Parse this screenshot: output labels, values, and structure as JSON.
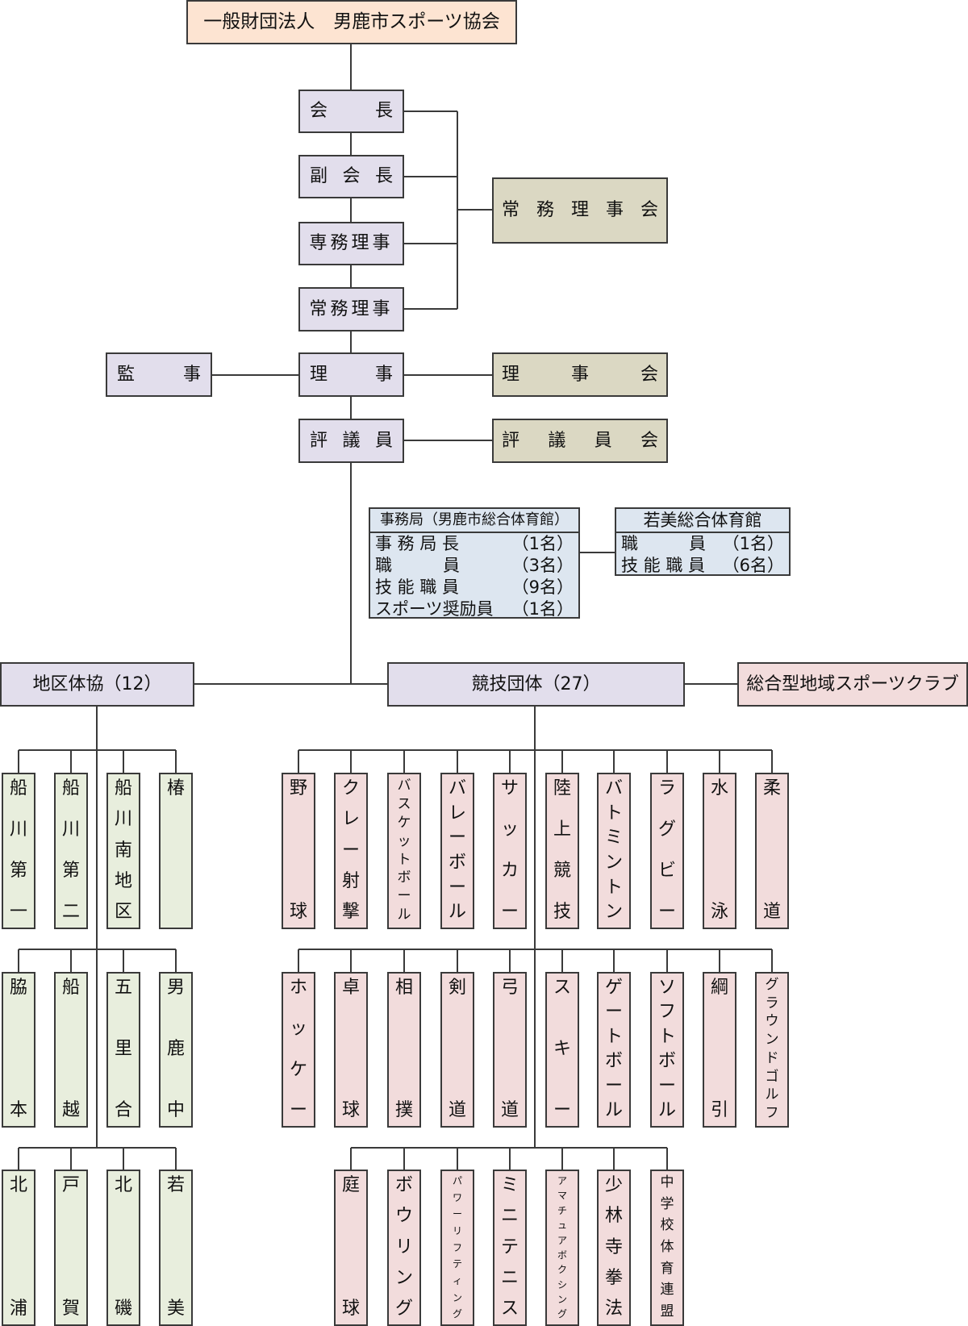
{
  "org": {
    "title": "一般財団法人　男鹿市スポーツ協会"
  },
  "officers": {
    "chairman": "会　　長",
    "vice_chairman": "副　会　長",
    "executive_director": "専務理事",
    "managing_director": "常務理事",
    "director": "理　　事",
    "auditor": "監　　事",
    "councilor": "評　議　員"
  },
  "councils": {
    "managing_board": "常　務　理　事　会",
    "board": "理　　事　　会",
    "council": "評　議　員　会"
  },
  "secretariat": {
    "title": "事務局（男鹿市総合体育館）",
    "rows": [
      {
        "role": "事 務 局 長",
        "count": "（1名）"
      },
      {
        "role": "職　　　員",
        "count": "（3名）"
      },
      {
        "role": "技 能 職 員",
        "count": "（9名）"
      },
      {
        "role": "スポーツ奨励員",
        "count": "（1名）"
      }
    ]
  },
  "wakami": {
    "title": "若美総合体育館",
    "rows": [
      {
        "role": "職　　　員",
        "count": "（1名）"
      },
      {
        "role": "技 能 職 員",
        "count": "（6名）"
      }
    ]
  },
  "branches": {
    "district": "地区体協（12）",
    "sports": "競技団体（27）",
    "club": "総合型地域スポーツクラブ"
  },
  "districts": [
    "船川第一",
    "船川第二",
    "船川南地区",
    "椿",
    "脇本",
    "船越",
    "五里合",
    "男鹿中",
    "北浦",
    "戸賀",
    "北磯",
    "若美"
  ],
  "sports": [
    "野球",
    "クレー射撃",
    "バスケットボール",
    "バレーボール",
    "サッカー",
    "陸上競技",
    "バトミントン",
    "ラグビー",
    "水泳",
    "柔道",
    "ホッケー",
    "卓球",
    "相撲",
    "剣道",
    "弓道",
    "スキー",
    "ゲートボール",
    "ソフトボール",
    "綱引",
    "グラウンドゴルフ",
    "庭球",
    "ボウリング",
    "パワーリフティング",
    "ミニテニス",
    "アマチュアボクシング",
    "少林寺拳法",
    "中学校体育連盟"
  ]
}
